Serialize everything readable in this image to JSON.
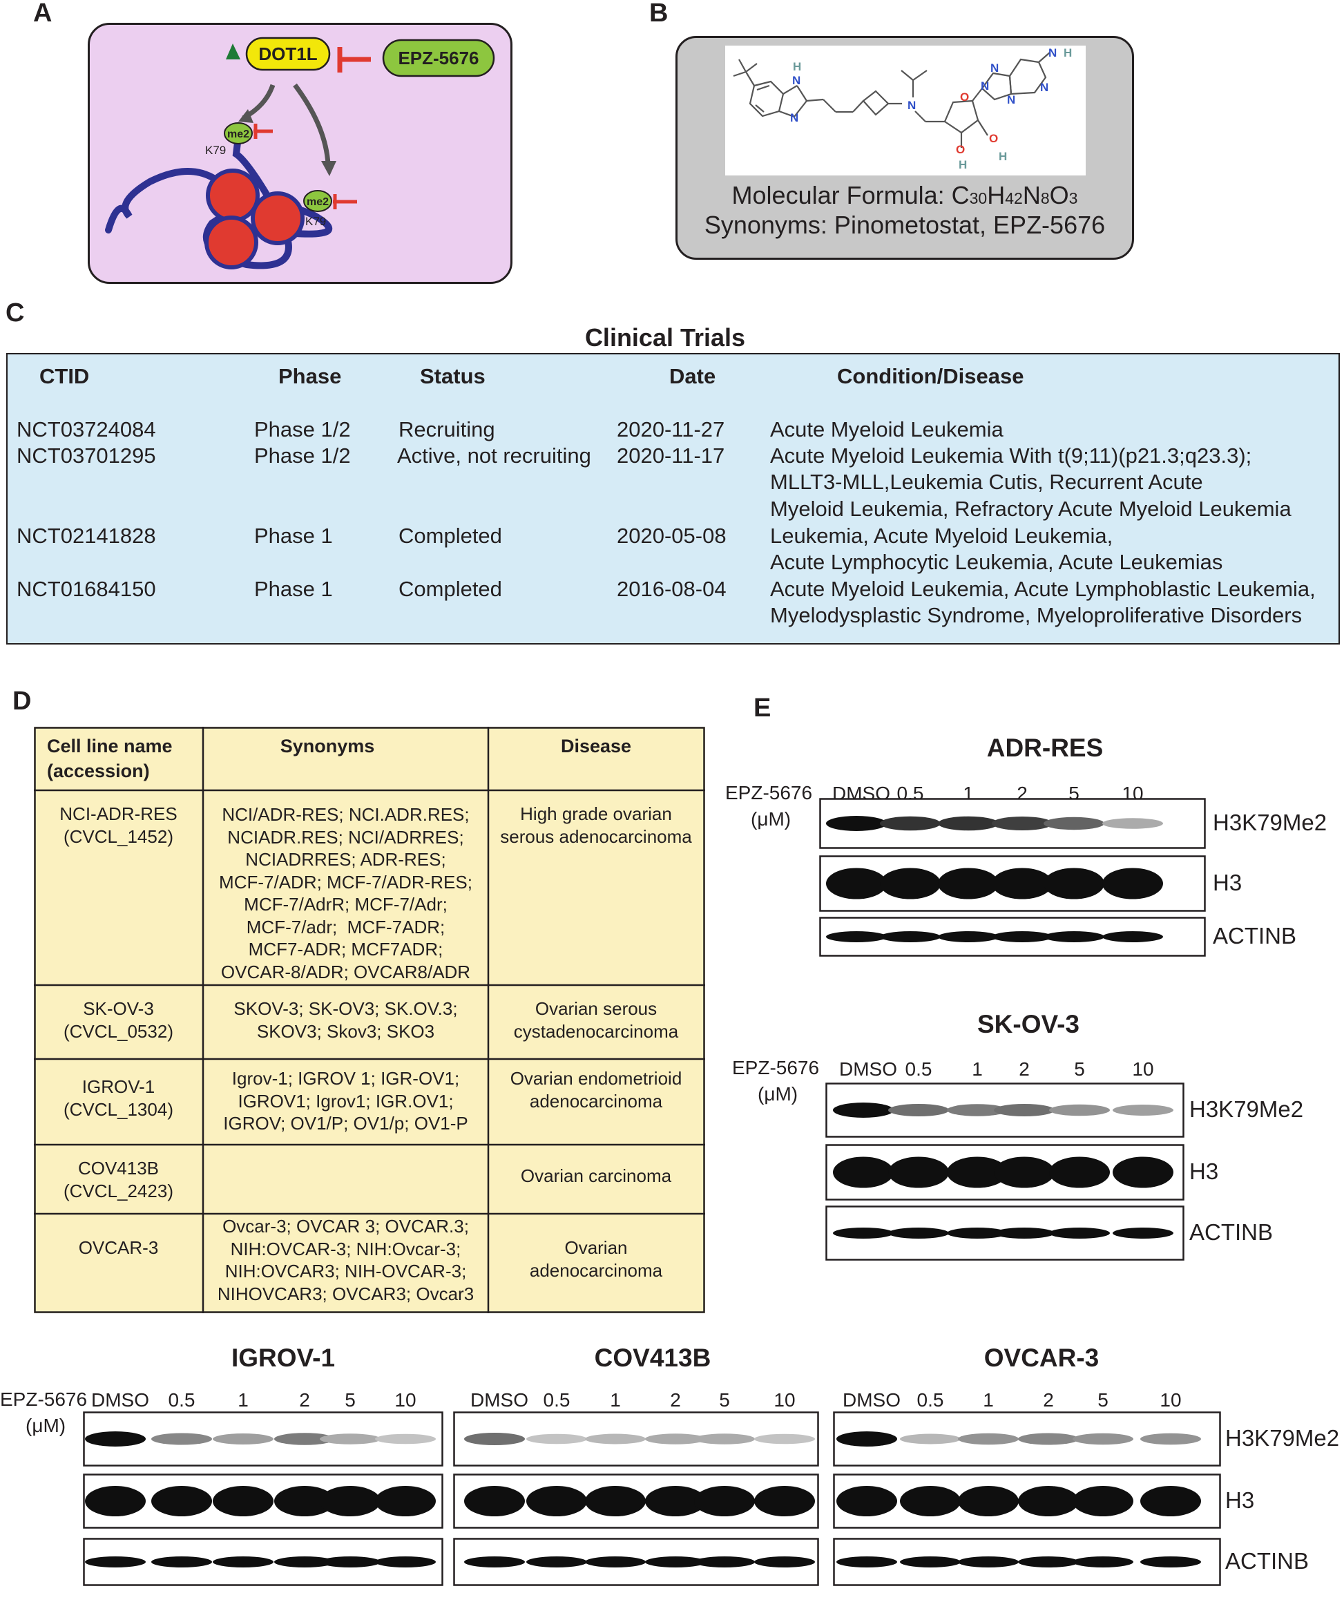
{
  "panel_a": {
    "letter": "A",
    "dot1l_label": "DOT1L",
    "inhibitor_label": "EPZ-5676",
    "mark_label": "me2",
    "residue_label": "K79"
  },
  "panel_b": {
    "letter": "B",
    "formula_prefix": "Molecular Formula: C",
    "formula_c": "30",
    "formula_h_sym": "H",
    "formula_h": "42",
    "formula_n_sym": "N",
    "formula_n": "8",
    "formula_o_sym": "O",
    "formula_o": "3",
    "synonyms": "Synonyms: Pinometostat, EPZ-5676",
    "atoms": {
      "H": "H",
      "N": "N",
      "O": "O",
      "NH2_N": "N",
      "NH2_H": "H",
      "OH": "H"
    }
  },
  "panel_c": {
    "letter": "C",
    "title": "Clinical Trials",
    "headers": [
      "CTID",
      "Phase",
      "Status",
      "Date",
      "Condition/Disease"
    ],
    "rows": [
      {
        "ctid": "NCT03724084",
        "phase": "Phase 1/2",
        "status": "Recruiting",
        "date": "2020-11-27",
        "condition": [
          "Acute Myeloid Leukemia"
        ]
      },
      {
        "ctid": "NCT03701295",
        "phase": "Phase 1/2",
        "status": "Active, not recruiting",
        "date": "2020-11-17",
        "condition": [
          "Acute Myeloid Leukemia With t(9;11)(p21.3;q23.3);",
          "MLLT3-MLL,Leukemia Cutis, Recurrent Acute",
          "Myeloid Leukemia, Refractory Acute Myeloid Leukemia"
        ]
      },
      {
        "ctid": "NCT02141828",
        "phase": "Phase 1",
        "status": "Completed",
        "date": "2020-05-08",
        "condition": [
          "Leukemia, Acute Myeloid Leukemia,",
          "Acute Lymphocytic Leukemia, Acute Leukemias"
        ]
      },
      {
        "ctid": "NCT01684150",
        "phase": "Phase 1",
        "status": "Completed",
        "date": "2016-08-04",
        "condition": [
          "Acute Myeloid Leukemia, Acute Lymphoblastic Leukemia,",
          "Myelodysplastic Syndrome, Myeloproliferative Disorders"
        ]
      }
    ]
  },
  "panel_d": {
    "letter": "D",
    "headers": [
      "Cell line name\n(accession)",
      "Synonyms",
      "Disease"
    ],
    "rows": [
      {
        "name": "NCI-ADR-RES\n(CVCL_1452)",
        "synonyms": "NCI/ADR-RES; NCI.ADR.RES;\nNCIADR.RES; NCI/ADRRES;\nNCIADRRES; ADR-RES;\nMCF-7/ADR; MCF-7/ADR-RES;\nMCF-7/AdrR; MCF-7/Adr;\nMCF-7/adr;  MCF-7ADR;\nMCF7-ADR; MCF7ADR;\nOVCAR-8/ADR; OVCAR8/ADR",
        "disease": "High grade ovarian\nserous adenocarcinoma"
      },
      {
        "name": "SK-OV-3\n(CVCL_0532)",
        "synonyms": "SKOV-3; SK-OV3; SK.OV.3;\nSKOV3; Skov3; SKO3",
        "disease": "Ovarian serous\ncystadenocarcinoma"
      },
      {
        "name": "IGROV-1\n(CVCL_1304)",
        "synonyms": "Igrov-1; IGROV 1; IGR-OV1;\nIGROV1; Igrov1; IGR.OV1;\nIGROV; OV1/P; OV1/p; OV1-P",
        "disease": "Ovarian endometrioid\nadenocarcinoma"
      },
      {
        "name": "COV413B\n(CVCL_2423)",
        "synonyms": "",
        "disease": "Ovarian carcinoma"
      },
      {
        "name": "OVCAR-3",
        "synonyms": "Ovcar-3; OVCAR 3; OVCAR.3;\nNIH:OVCAR-3; NIH:Ovcar-3;\nNIH:OVCAR3; NIH-OVCAR-3;\nNIHOVCAR3; OVCAR3; Ovcar3",
        "disease": "Ovarian\nadenocarcinoma"
      }
    ]
  },
  "panel_e": {
    "letter": "E",
    "treatment_label": "EPZ-5676",
    "unit_label": "(μM)",
    "lanes": [
      "DMSO",
      "0.5",
      "1",
      "2",
      "5",
      "10"
    ],
    "bands": [
      "H3K79Me2",
      "H3",
      "ACTINB"
    ],
    "blots": [
      {
        "title": "ADR-RES",
        "h3k79me2_relative_intensity": [
          1.0,
          0.85,
          0.85,
          0.8,
          0.65,
          0.35
        ]
      },
      {
        "title": "SK-OV-3",
        "h3k79me2_relative_intensity": [
          1.0,
          0.6,
          0.55,
          0.6,
          0.45,
          0.4
        ]
      },
      {
        "title": "IGROV-1",
        "h3k79me2_relative_intensity": [
          1.0,
          0.5,
          0.4,
          0.55,
          0.35,
          0.25
        ]
      },
      {
        "title": "COV413B",
        "h3k79me2_relative_intensity": [
          0.6,
          0.25,
          0.3,
          0.35,
          0.35,
          0.25
        ]
      },
      {
        "title": "OVCAR-3",
        "h3k79me2_relative_intensity": [
          1.0,
          0.3,
          0.45,
          0.5,
          0.45,
          0.45
        ]
      }
    ]
  }
}
